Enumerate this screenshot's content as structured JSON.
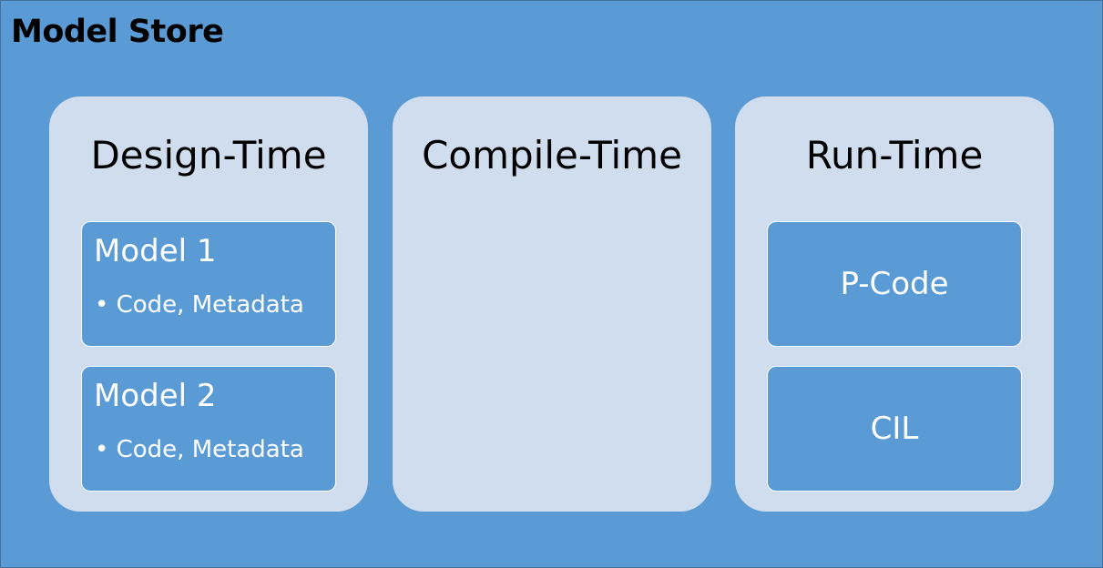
{
  "title": "Model Store",
  "columns": [
    {
      "title": "Design-Time",
      "cards": [
        {
          "title": "Model 1",
          "bullet": "Code, Metadata"
        },
        {
          "title": "Model 2",
          "bullet": "Code, Metadata"
        }
      ]
    },
    {
      "title": "Compile-Time",
      "cards": []
    },
    {
      "title": "Run-Time",
      "cards": [
        {
          "title": "P-Code"
        },
        {
          "title": "CIL"
        }
      ]
    }
  ],
  "bullet_glyph": "•",
  "colors": {
    "background": "#5b9bd5",
    "panel": "#d0ddef",
    "card": "#5b9bd5",
    "card_text": "#ffffff",
    "title_text": "#000000"
  }
}
